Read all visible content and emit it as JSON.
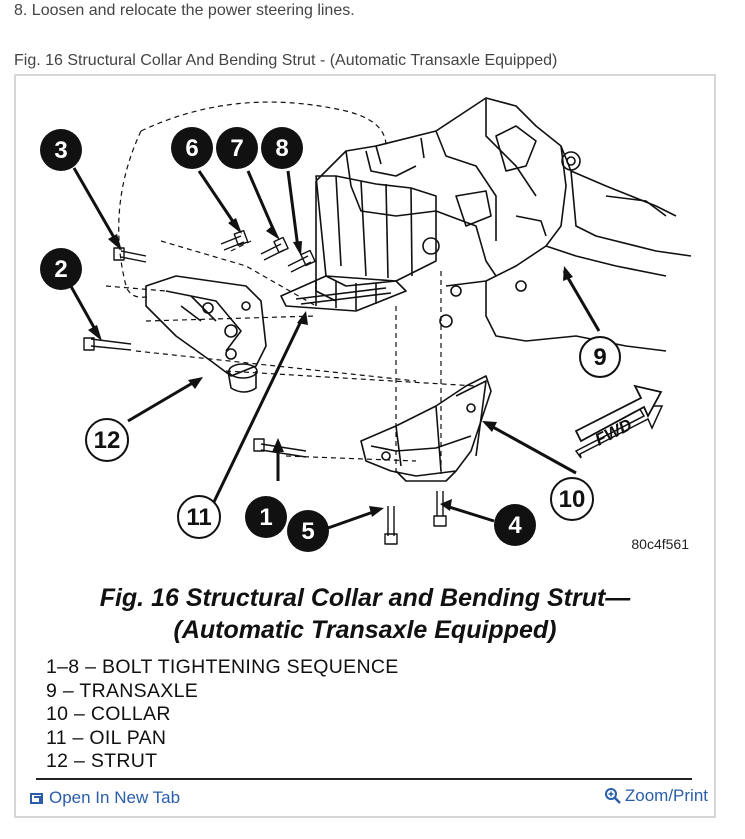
{
  "step_text": "8. Loosen and relocate the power steering lines.",
  "figure_caption": "Fig. 16 Structural Collar And Bending Strut - (Automatic Transaxle Equipped)",
  "diagram": {
    "callouts": [
      "1",
      "2",
      "3",
      "4",
      "5",
      "6",
      "7",
      "8",
      "9",
      "10",
      "11",
      "12"
    ],
    "fwd_label": "FWD",
    "image_code": "80c4f561",
    "title_line1": "Fig. 16 Structural Collar and Bending Strut—",
    "title_line2": "(Automatic Transaxle Equipped)",
    "legend": [
      "1–8 – BOLT TIGHTENING SEQUENCE",
      "9 – TRANSAXLE",
      "10 – COLLAR",
      "11 – OIL PAN",
      "12 – STRUT"
    ]
  },
  "actions": {
    "open_tab": "Open In New Tab",
    "zoom_print": "Zoom/Print"
  },
  "colors": {
    "link": "#2a5ea8",
    "frame_border": "#d6d6d6"
  }
}
